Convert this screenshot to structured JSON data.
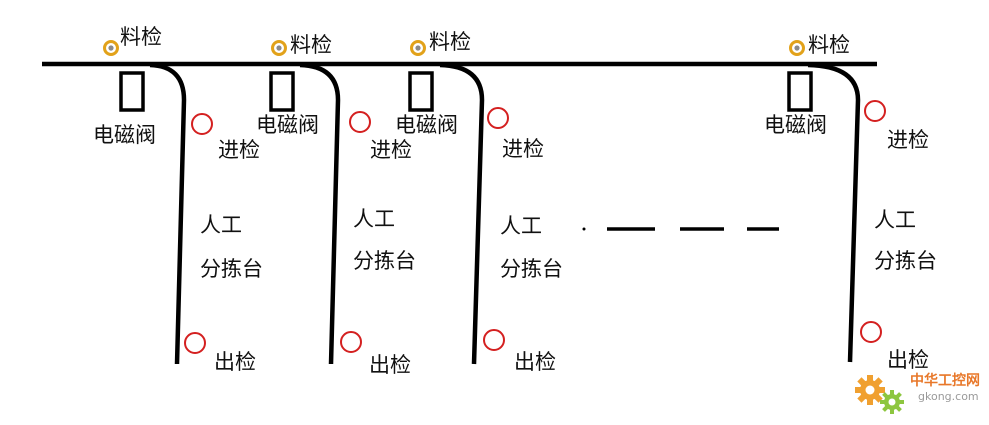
{
  "labels": {
    "feed_detector": "料检",
    "solenoid_valve": "电磁阀",
    "inlet_detector": "进检",
    "workstation": "人工\n分拣台",
    "outlet_detector": "出检"
  },
  "watermark": {
    "text": "中华工控网",
    "url": "gkong.com"
  },
  "colors": {
    "line": "#000000",
    "sensor_ring": "#d42020",
    "feed_sensor_outer": "#e2a21a",
    "feed_sensor_inner": "#8a8a8a",
    "watermark_gear": "#f0a030"
  }
}
